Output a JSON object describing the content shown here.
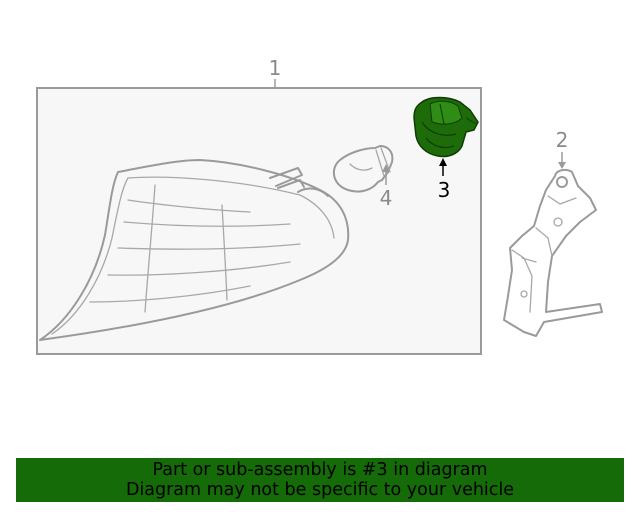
{
  "diagram": {
    "callouts": [
      {
        "id": "1",
        "label": "1"
      },
      {
        "id": "2",
        "label": "2"
      },
      {
        "id": "3",
        "label": "3"
      },
      {
        "id": "4",
        "label": "4"
      }
    ],
    "highlighted_part": "3",
    "colors": {
      "highlight": "#1e6b0a",
      "line": "#9a9a9a",
      "panel": "#f7f7f7",
      "banner": "#146b08"
    },
    "icons": [
      "lamp-assembly",
      "mounting-bracket",
      "bulb-socket",
      "bulb"
    ]
  },
  "banner": {
    "line1": "Part or sub-assembly is #3 in diagram",
    "line2": "Diagram may not be specific to your vehicle"
  }
}
